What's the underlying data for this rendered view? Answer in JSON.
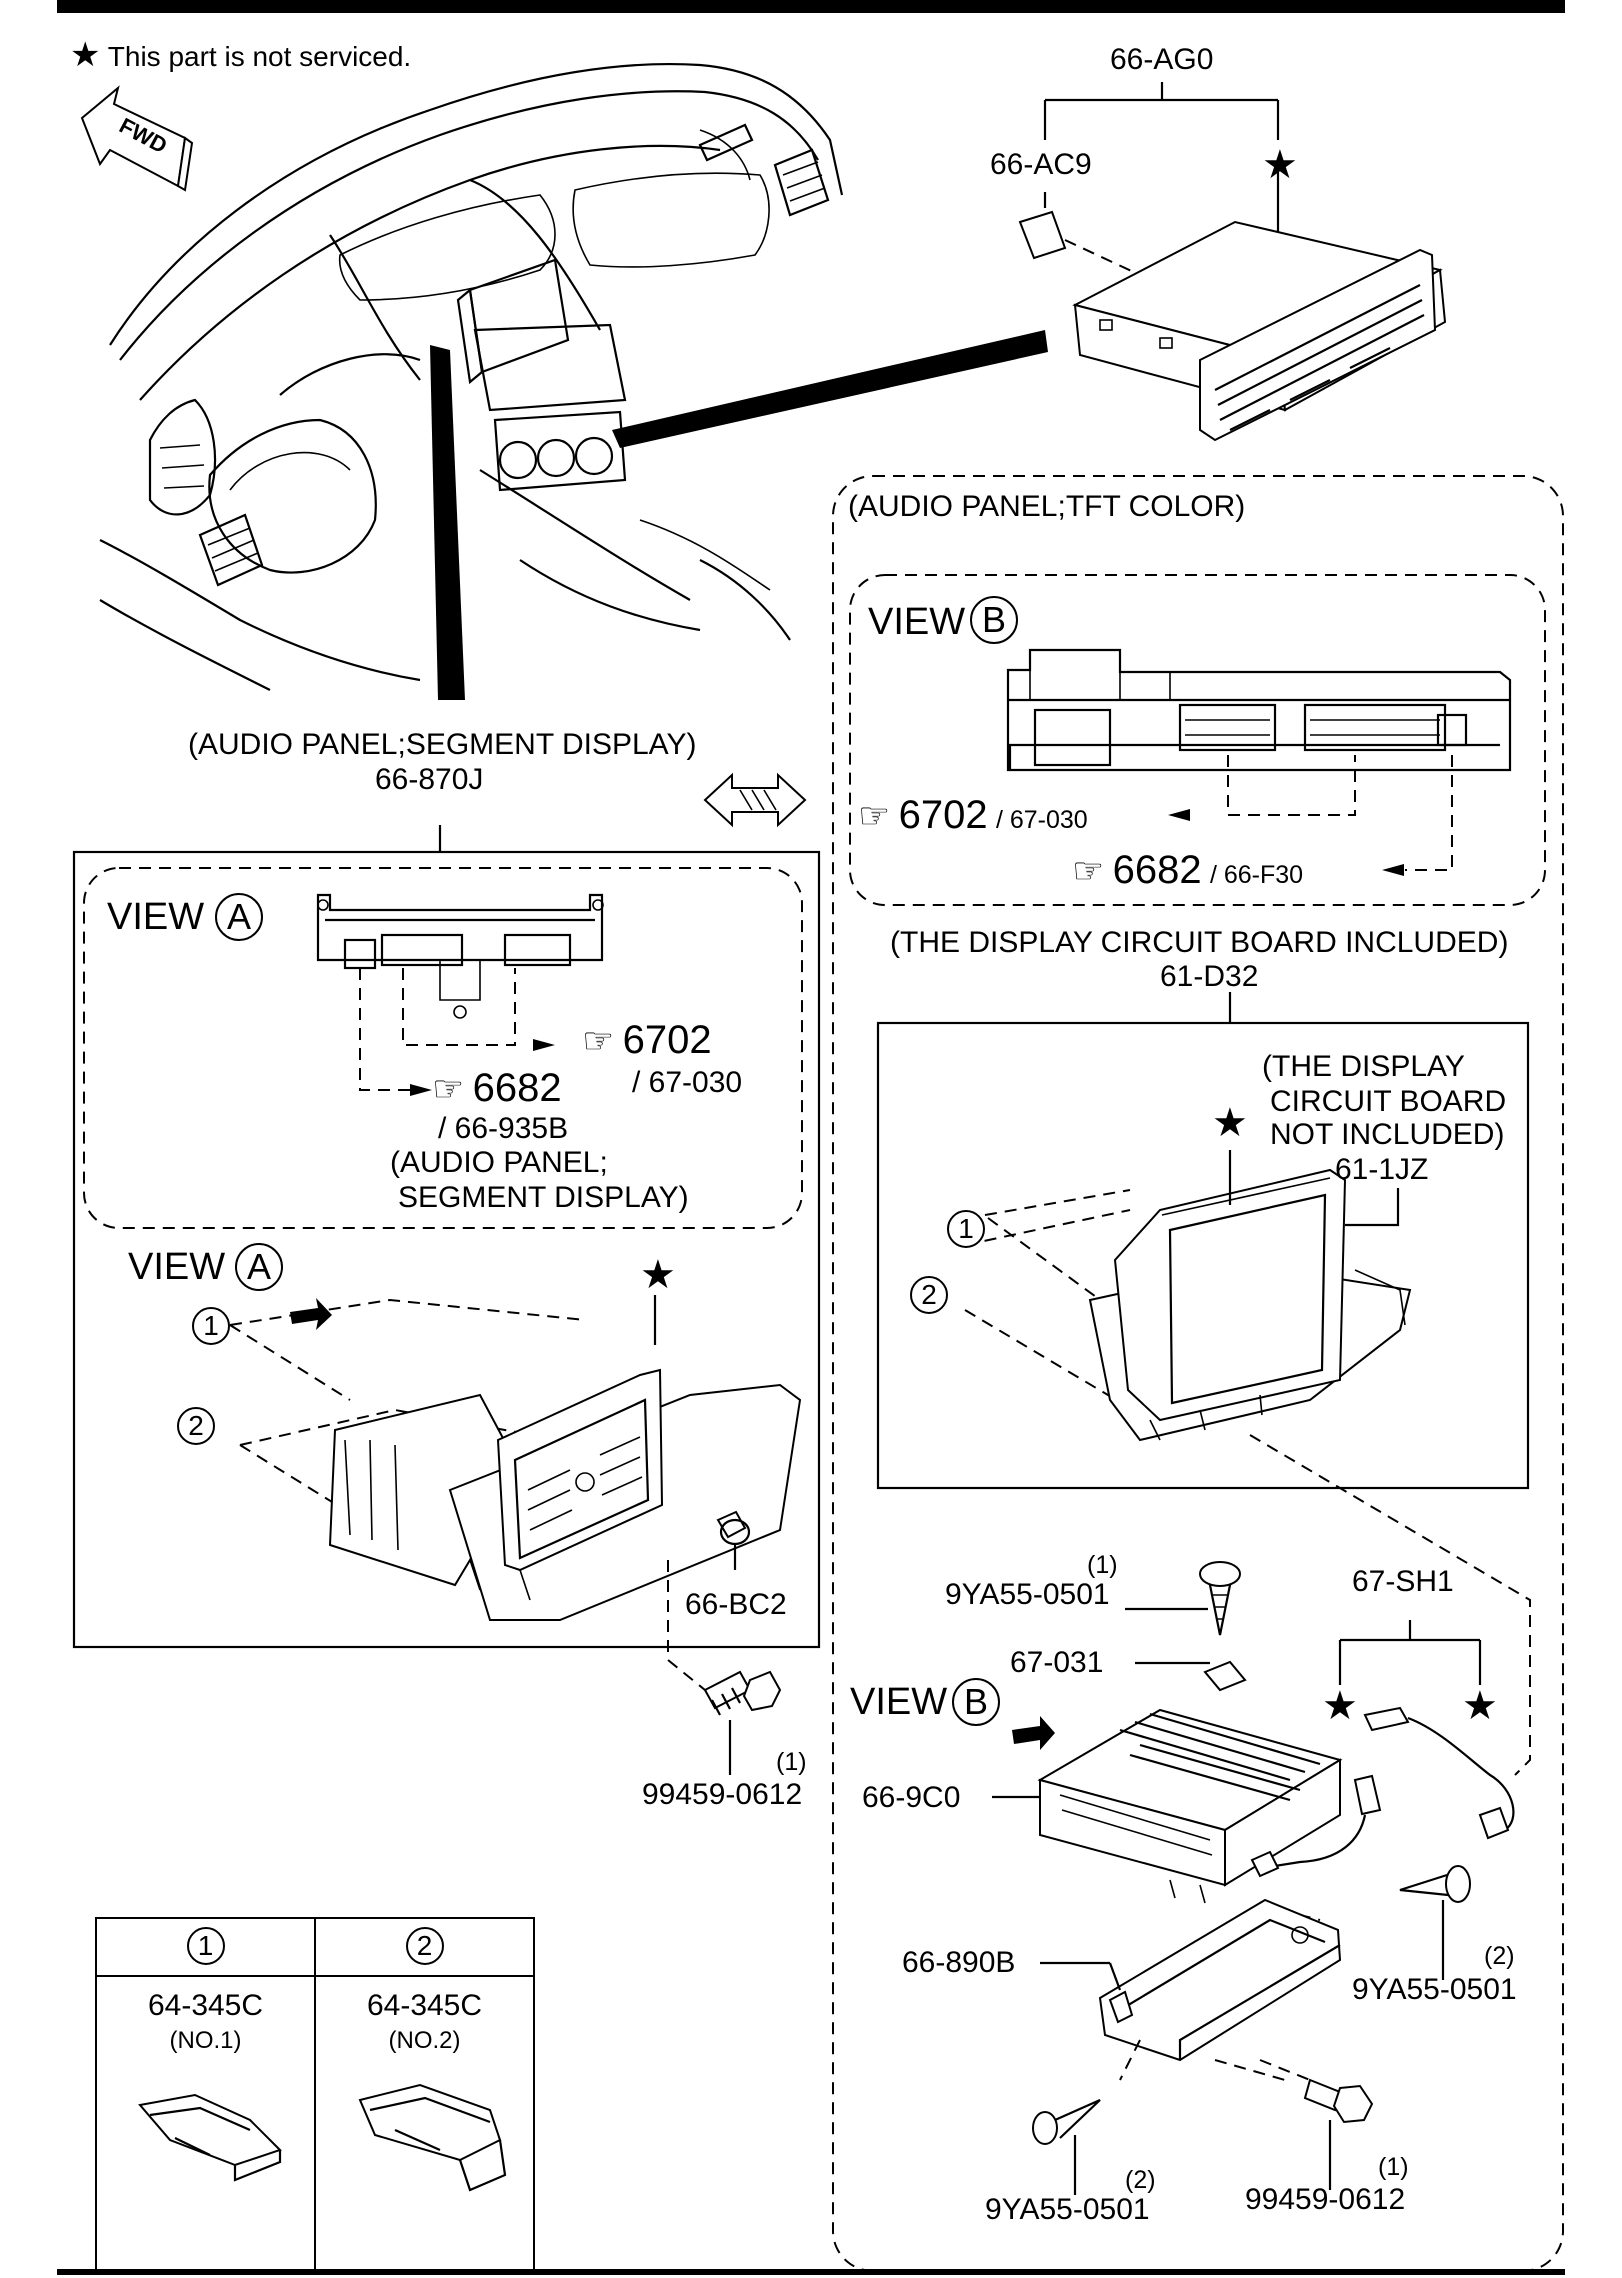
{
  "note": {
    "star": "★",
    "text": "This part is not serviced."
  },
  "fwd_label": "FWD",
  "top_right": {
    "assembly": "66-AG0",
    "part": "66-AC9"
  },
  "tft_panel": {
    "caption": "(AUDIO PANEL;TFT COLOR)",
    "view_word": "VIEW",
    "view_letter": "B",
    "ref1_num": "6702",
    "ref1_code": "/ 67-030",
    "ref2_num": "6682",
    "ref2_code": "/ 66-F30",
    "included_caption": "(THE DISPLAY CIRCUIT BOARD INCLUDED)",
    "included_part": "61-D32",
    "not_included_l1": "(THE DISPLAY",
    "not_included_l2": "CIRCUIT BOARD",
    "not_included_l3": "NOT INCLUDED)",
    "not_included_part": "61-1JZ"
  },
  "segment_panel": {
    "caption": "(AUDIO PANEL;SEGMENT DISPLAY)",
    "part": "66-870J",
    "view_word": "VIEW",
    "view_letter": "A",
    "ref1_num": "6702",
    "ref1_code": "/ 67-030",
    "ref2_num": "6682",
    "ref2_code": "/ 66-935B",
    "ref2_note_l1": "(AUDIO PANEL;",
    "ref2_note_l2": "SEGMENT DISPLAY)",
    "knob": "66-BC2"
  },
  "bolt_left": {
    "qty": "(1)",
    "part": "99459-0612"
  },
  "legend": {
    "col1": {
      "num": "1",
      "part": "64-345C",
      "sub": "(NO.1)"
    },
    "col2": {
      "num": "2",
      "part": "64-345C",
      "sub": "(NO.2)"
    }
  },
  "amp": {
    "screw_top_qty": "(1)",
    "screw_top": "9YA55-0501",
    "pad": "67-031",
    "harness": "67-SH1",
    "view_word": "VIEW",
    "view_letter": "B",
    "unit": "66-9C0",
    "bracket": "66-890B",
    "screw_r_qty": "(2)",
    "screw_r": "9YA55-0501",
    "screw_b_qty": "(2)",
    "screw_b": "9YA55-0501",
    "bolt_b_qty": "(1)",
    "bolt_b": "99459-0612"
  },
  "circle_1": "1",
  "circle_2": "2",
  "icons": [
    "star-icon",
    "fwd-arrow-icon",
    "pointing-hand-icon",
    "double-arrow-icon"
  ]
}
